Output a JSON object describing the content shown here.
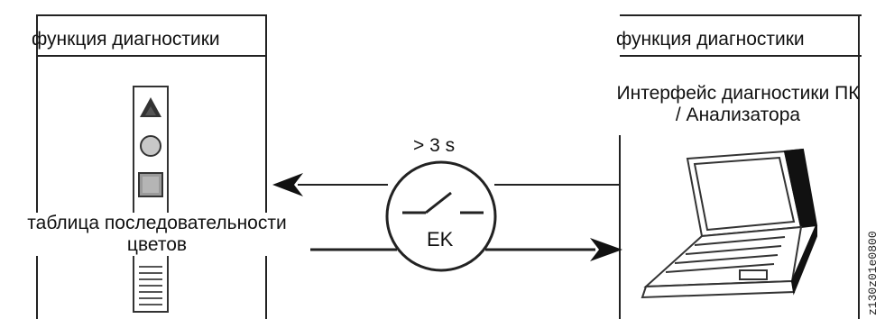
{
  "left_panel": {
    "title": "функция диагностики",
    "color_table_label_line1": "таблица последовательности",
    "color_table_label_line2": "цветов"
  },
  "right_panel": {
    "title": "функция диагностики",
    "interface_label_line1": "Интерфейс диагностики ПК",
    "interface_label_line2": "/ Анализатора"
  },
  "switch": {
    "timing_label": "> 3 s",
    "switch_label": "EK"
  },
  "figure_code": "z130z01e0800",
  "icons": {
    "signal_top": "warning-triangle-icon",
    "signal_middle": "circle-lamp-icon",
    "signal_bottom": "square-lamp-icon",
    "device": "laptop-icon"
  }
}
